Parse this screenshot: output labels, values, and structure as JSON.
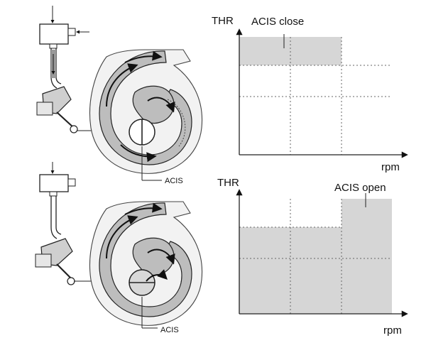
{
  "colors": {
    "background": "#ffffff",
    "shaded_region": "#d6d6d6",
    "part_fill": "#bdbdbd",
    "line": "#222222",
    "dotted_grid": "#666666"
  },
  "top_diagram": {
    "valve_label": "ACIS",
    "chart": {
      "ylabel": "THR",
      "xlabel": "rpm",
      "callout": "ACIS close"
    }
  },
  "bottom_diagram": {
    "valve_label": "ACIS",
    "chart": {
      "ylabel": "THR",
      "xlabel": "rpm",
      "callout": "ACIS open"
    }
  }
}
